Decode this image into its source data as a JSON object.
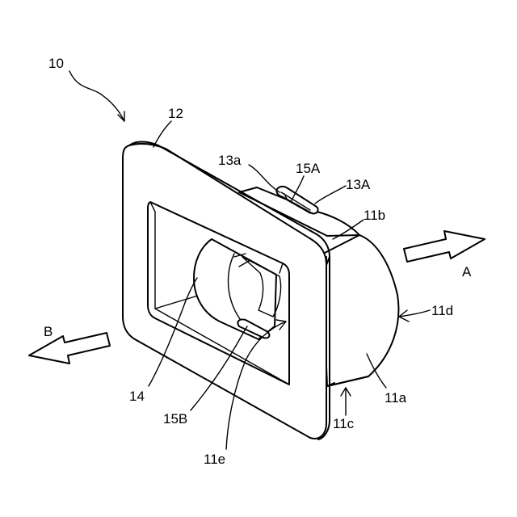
{
  "labels": {
    "ref_10": "10",
    "ref_12": "12",
    "ref_13a": "13a",
    "ref_15A": "15A",
    "ref_13A": "13A",
    "ref_11b": "11b",
    "ref_A": "A",
    "ref_11d": "11d",
    "ref_B": "B",
    "ref_14": "14",
    "ref_15B": "15B",
    "ref_11e": "11e",
    "ref_11c": "11c",
    "ref_11a": "11a"
  }
}
